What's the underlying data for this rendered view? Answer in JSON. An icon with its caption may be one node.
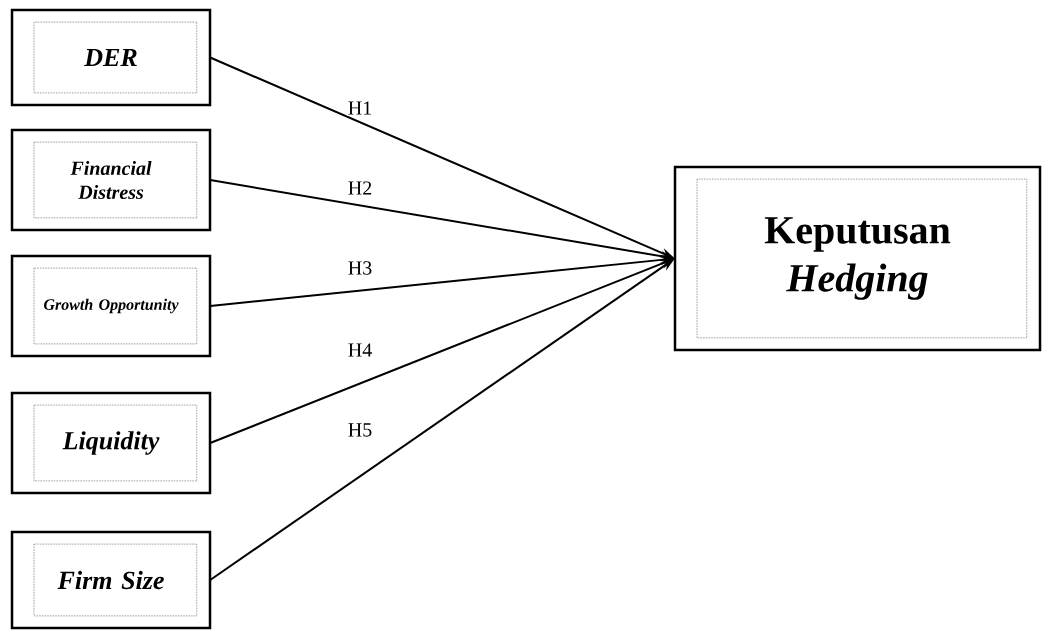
{
  "diagram": {
    "nodes": [
      {
        "text": [
          "DER"
        ]
      },
      {
        "text": [
          "Financial Distress"
        ]
      },
      {
        "text": [
          "Growth Opportunity"
        ]
      },
      {
        "text": [
          "Liquidity"
        ]
      },
      {
        "text": [
          "Firm Size"
        ]
      },
      {
        "text": [
          "Keputusan *Hedging*"
        ]
      }
    ],
    "edges": [
      {
        "from": 0,
        "to": 5,
        "arrow": "to",
        "label": "H1"
      },
      {
        "from": 1,
        "to": 5,
        "arrow": "to",
        "label": "H2"
      },
      {
        "from": 2,
        "to": 5,
        "arrow": "to",
        "label": "H3"
      },
      {
        "from": 3,
        "to": 5,
        "arrow": "to",
        "label": "H4"
      },
      {
        "from": 4,
        "to": 5,
        "arrow": "to",
        "label": "H5"
      }
    ]
  }
}
